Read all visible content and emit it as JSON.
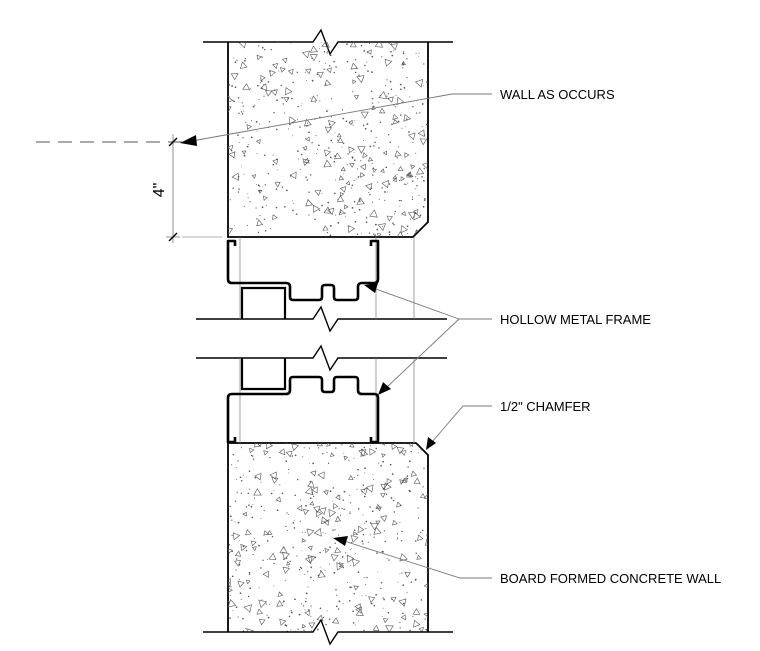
{
  "labels": {
    "wall_as_occurs": "WALL AS OCCURS",
    "hollow_metal_frame": "HOLLOW METAL FRAME",
    "chamfer": "1/2\" CHAMFER",
    "concrete_wall": "BOARD FORMED CONCRETE WALL"
  },
  "dimension": {
    "text": "4\""
  },
  "colors": {
    "line": "#000000",
    "leader": "#777777",
    "stipple": "#555555",
    "background": "#ffffff"
  }
}
